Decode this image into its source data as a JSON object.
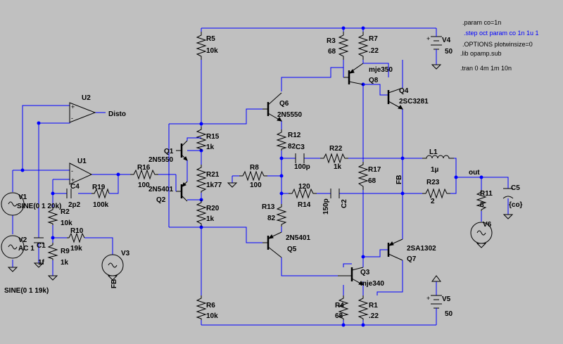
{
  "directives": {
    "param": ".param co=1n",
    "step": ".step oct param co 1n 1u 1",
    "options": ".OPTIONS plotwinsize=0",
    "lib": ".lib opamp.sub",
    "tran": ".tran 0 4m 1m 10n"
  },
  "opamps": {
    "u1": "U1",
    "u2": "U2",
    "disto": "Disto"
  },
  "resistors": {
    "r1": {
      "name": "R1",
      "value": ".22"
    },
    "r2": {
      "name": "R2",
      "value": "10k"
    },
    "r3": {
      "name": "R3",
      "value": "68"
    },
    "r4": {
      "name": "R4",
      "value": "68"
    },
    "r5": {
      "name": "R5",
      "value": "10k"
    },
    "r6": {
      "name": "R6",
      "value": "10k"
    },
    "r7": {
      "name": "R7",
      "value": ".22"
    },
    "r8": {
      "name": "R8",
      "value": "100"
    },
    "r9": {
      "name": "R9",
      "value": "1k"
    },
    "r10": {
      "name": "R10",
      "value": "19k"
    },
    "r11": {
      "name": "R11",
      "value": "8"
    },
    "r12": {
      "name": "R12",
      "value": "82"
    },
    "r13": {
      "name": "R13",
      "value": "82"
    },
    "r14": {
      "name": "R14",
      "value": "120"
    },
    "r15": {
      "name": "R15",
      "value": "1k"
    },
    "r16": {
      "name": "R16",
      "value": "100"
    },
    "r17": {
      "name": "R17",
      "value": "68"
    },
    "r19": {
      "name": "R19",
      "value": "100k"
    },
    "r20": {
      "name": "R20",
      "value": "1k"
    },
    "r21": {
      "name": "R21",
      "value": "1k77"
    },
    "r22": {
      "name": "R22",
      "value": "1k"
    },
    "r23": {
      "name": "R23",
      "value": "2"
    }
  },
  "capacitors": {
    "c1": {
      "name": "C1",
      "value": "1f"
    },
    "c2": {
      "name": "C2",
      "value": "150p"
    },
    "c3": {
      "name": "C3",
      "value": "100p"
    },
    "c4": {
      "name": "C4",
      "value": "2p2"
    },
    "c5": {
      "name": "C5",
      "value": "{co}"
    }
  },
  "inductors": {
    "l1": {
      "name": "L1",
      "value": "1µ"
    }
  },
  "transistors": {
    "q1": {
      "name": "Q1",
      "model": "2N5550"
    },
    "q2": {
      "name": "Q2",
      "model": "2N5401"
    },
    "q3": {
      "name": "Q3",
      "model": "mje340"
    },
    "q4": {
      "name": "Q4",
      "model": "2SC3281"
    },
    "q5": {
      "name": "Q5",
      "model": "2N5401"
    },
    "q6": {
      "name": "Q6",
      "model": "2N5550"
    },
    "q7": {
      "name": "Q7",
      "model": "2SA1302"
    },
    "q8": {
      "name": "Q8",
      "model": "mje350"
    }
  },
  "sources": {
    "v1": {
      "name": "V1",
      "value": "SINE(0 1 20k)"
    },
    "v2": {
      "name": "V2",
      "value": "AC 1",
      "value2": "SINE(0 1 19k)"
    },
    "v3": {
      "name": "V3",
      "label": "FB"
    },
    "v4": {
      "name": "V4",
      "value": "50"
    },
    "v5": {
      "name": "V5",
      "value": "50"
    },
    "v6": {
      "name": "V6"
    }
  },
  "nets": {
    "fb": "FB",
    "out": "out"
  },
  "colors": {
    "background": "#c0c0c0",
    "wire": "#0000ff",
    "component": "#000000",
    "directive_highlight": "#0000ff"
  }
}
